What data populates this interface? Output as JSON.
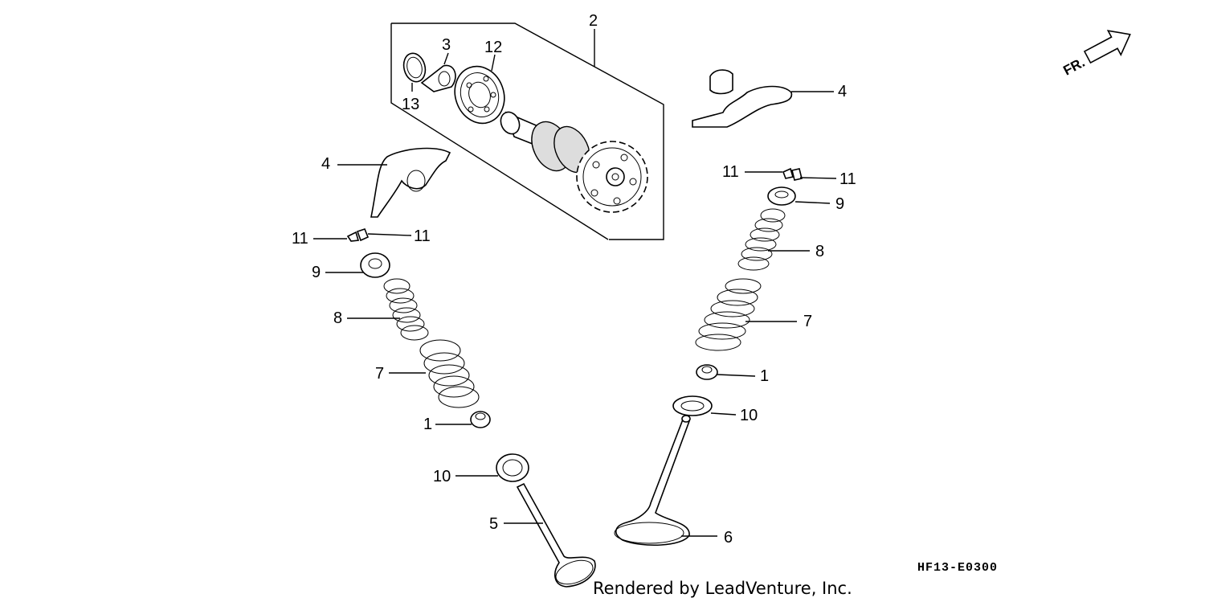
{
  "diagram": {
    "diagram_code": "HF13-E0300",
    "credit": "Rendered by LeadVenture, Inc.",
    "direction_label": "FR.",
    "callouts": {
      "c1_left": "1",
      "c1_right": "1",
      "c2": "2",
      "c3": "3",
      "c4_left": "4",
      "c4_right": "4",
      "c5": "5",
      "c6": "6",
      "c7_left": "7",
      "c7_right": "7",
      "c8_left": "8",
      "c8_right": "8",
      "c9_left": "9",
      "c9_right": "9",
      "c10_left": "10",
      "c10_right": "10",
      "c11_left_a": "11",
      "c11_left_b": "11",
      "c11_right_a": "11",
      "c11_right_b": "11",
      "c12": "12",
      "c13": "13"
    }
  }
}
